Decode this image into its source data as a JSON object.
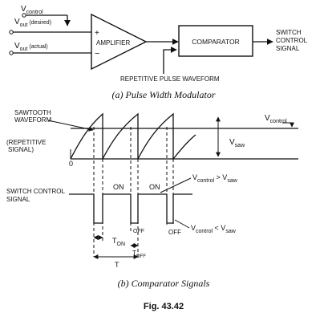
{
  "part_a": {
    "v_control": {
      "main": "V",
      "sub": "control"
    },
    "v_desired": {
      "main": "V",
      "sub": "out",
      "tail": "(desired)"
    },
    "v_actual": {
      "main": "V",
      "sub": "out",
      "tail": "(actual)"
    },
    "plus_sign": "+",
    "minus_sign": "−",
    "amplifier_label": "AMPLIFIER",
    "comparator_label": "COMPARATOR",
    "output_label": [
      "SWITCH",
      "CONTROL",
      "SIGNAL"
    ],
    "pulse_label": "REPETITIVE PULSE WAVEFORM",
    "caption": "(a) Pulse Width Modulator"
  },
  "part_b": {
    "sawtooth_label": [
      "SAWTOOTH",
      "WAVEFORM"
    ],
    "repetitive_label": [
      "(REPETITIVE",
      "SIGNAL)"
    ],
    "zero_label": "0",
    "vcontrol_label": {
      "main": "V",
      "sub": "control"
    },
    "vsaw_label": {
      "main": "V",
      "sub": "saw"
    },
    "switch_label": [
      "SWITCH CONTROL",
      "SIGNAL"
    ],
    "on_label": "ON",
    "off_label": "OFF",
    "cmp_gt": {
      "main": "V",
      "sub": "control",
      "rel": " > ",
      "main2": "V",
      "sub2": "saw"
    },
    "cmp_lt": {
      "main": "V",
      "sub": "control",
      "rel": " < ",
      "main2": "V",
      "sub2": "saw"
    },
    "ton": {
      "main": "T",
      "sub": "ON"
    },
    "toff": {
      "main": "T",
      "sub": "OFF"
    },
    "period": "T",
    "caption": "(b) Comparator Signals"
  },
  "figure_number": "Fig. 43.42"
}
